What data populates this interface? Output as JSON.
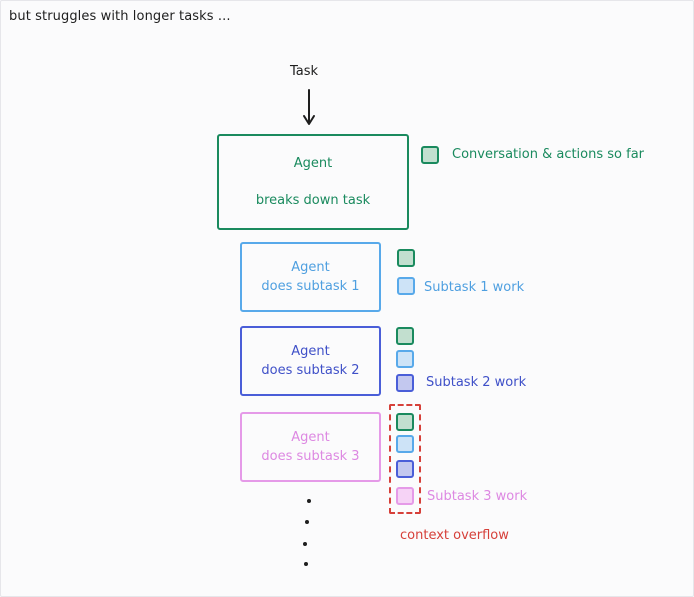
{
  "heading": "but struggles with longer tasks ...",
  "task_label": "Task",
  "agent_box": {
    "title": "Agent",
    "subtitle": "breaks down task"
  },
  "subtask_boxes": [
    {
      "title": "Agent",
      "subtitle": "does subtask 1"
    },
    {
      "title": "Agent",
      "subtitle": "does subtask 2"
    },
    {
      "title": "Agent",
      "subtitle": "does subtask 3"
    }
  ],
  "legend": {
    "conversation": "Conversation & actions so far",
    "subtask_1": "Subtask 1 work",
    "subtask_2": "Subtask 2 work",
    "subtask_3": "Subtask 3 work"
  },
  "overflow_label": "context overflow",
  "colors": {
    "green": "#1a8a5e",
    "light_blue": "#58a9ea",
    "indigo": "#4a5ed8",
    "pink": "#e59ae8",
    "red": "#d6403a"
  }
}
